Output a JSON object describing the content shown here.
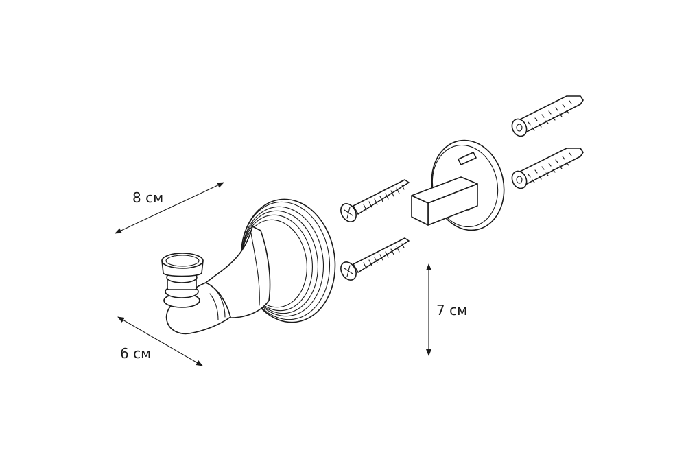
{
  "dimensions": {
    "width_label": "8 см",
    "depth_label": "6 см",
    "height_label": "7 см"
  },
  "colors": {
    "line": "#1a1a1a",
    "background": "#ffffff"
  }
}
